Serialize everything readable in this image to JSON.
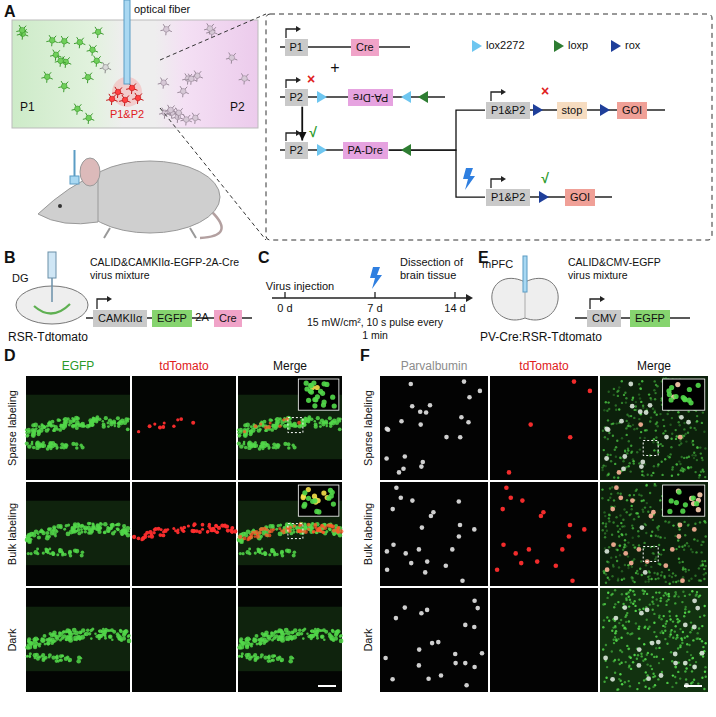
{
  "diagram": {
    "nodes": [
      {
        "text": [
          "P1"
        ]
      },
      {
        "text": [
          "Cre"
        ]
      },
      {
        "text": [
          "P2"
        ]
      },
      {
        "text": [
          "PA-Dre"
        ]
      },
      {
        "text": [
          "P2"
        ]
      },
      {
        "text": [
          "PA-Dre"
        ]
      },
      {
        "text": [
          "P1&P2"
        ]
      },
      {
        "text": [
          "stop"
        ]
      },
      {
        "text": [
          "GOI"
        ]
      },
      {
        "text": [
          "P1&P2"
        ]
      },
      {
        "text": [
          "GOI"
        ]
      },
      {
        "text": [
          "CAMKIIα"
        ]
      },
      {
        "text": [
          "EGFP"
        ]
      },
      {
        "text": [
          "Cre"
        ]
      },
      {
        "text": [
          "CMV"
        ]
      },
      {
        "text": [
          "EGFP"
        ]
      }
    ],
    "edges": [
      {
        "from": 2,
        "to": 4,
        "arrow": "to"
      },
      {
        "from": 5,
        "to": 6,
        "arrow": "none"
      },
      {
        "from": 5,
        "to": 9,
        "arrow": "none"
      }
    ],
    "labels": [
      "A",
      "optical fiber",
      "P1",
      "P2",
      "P1&P2",
      "+",
      "×",
      "√",
      "×",
      "√",
      "B",
      "DG",
      "CALID&CAMKIIα-EGFP-2A-Cre virus mixture",
      "2A",
      "RSR-Tdtomato",
      "C",
      "Virus injection",
      "Dissection of brain tissue",
      "0 d",
      "7 d",
      "14 d",
      "15 mW/cm², 10 s pulse every 1 min",
      "E",
      "mPFC",
      "CALID&CMV-EGFP virus mixture",
      "PV-Cre:RSR-Tdtomato",
      "D",
      "EGFP",
      "tdTomato",
      "Merge",
      "Sparse labeling",
      "Bulk labeling",
      "Dark",
      "F",
      "Parvalbumin",
      "tdTomato",
      "Merge",
      "Sparse labeling",
      "Bulk labeling",
      "Dark"
    ],
    "legend": [
      {
        "text": "lox2272"
      },
      {
        "text": "loxp"
      },
      {
        "text": "rox"
      }
    ]
  }
}
